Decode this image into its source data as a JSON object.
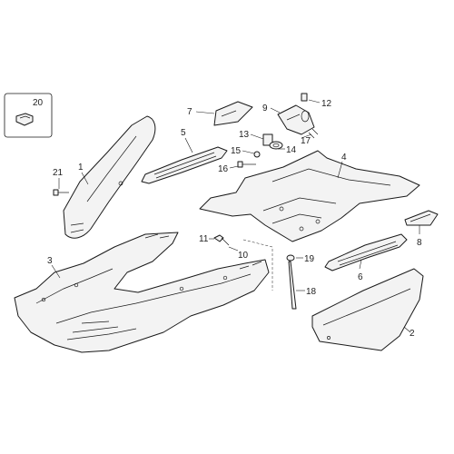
{
  "callouts": {
    "p1": "1",
    "p2": "2",
    "p3": "3",
    "p4": "4",
    "p5": "5",
    "p6": "6",
    "p7": "7",
    "p8": "8",
    "p9": "9",
    "p10": "10",
    "p11": "11",
    "p12": "12",
    "p13": "13",
    "p14": "14",
    "p15": "15",
    "p16": "16",
    "p17": "17",
    "p18": "18",
    "p19": "19",
    "p20": "20",
    "p21": "21"
  },
  "colors": {
    "line": "#1a1a1a",
    "fill": "#f3f3f3",
    "background": "#ffffff"
  }
}
